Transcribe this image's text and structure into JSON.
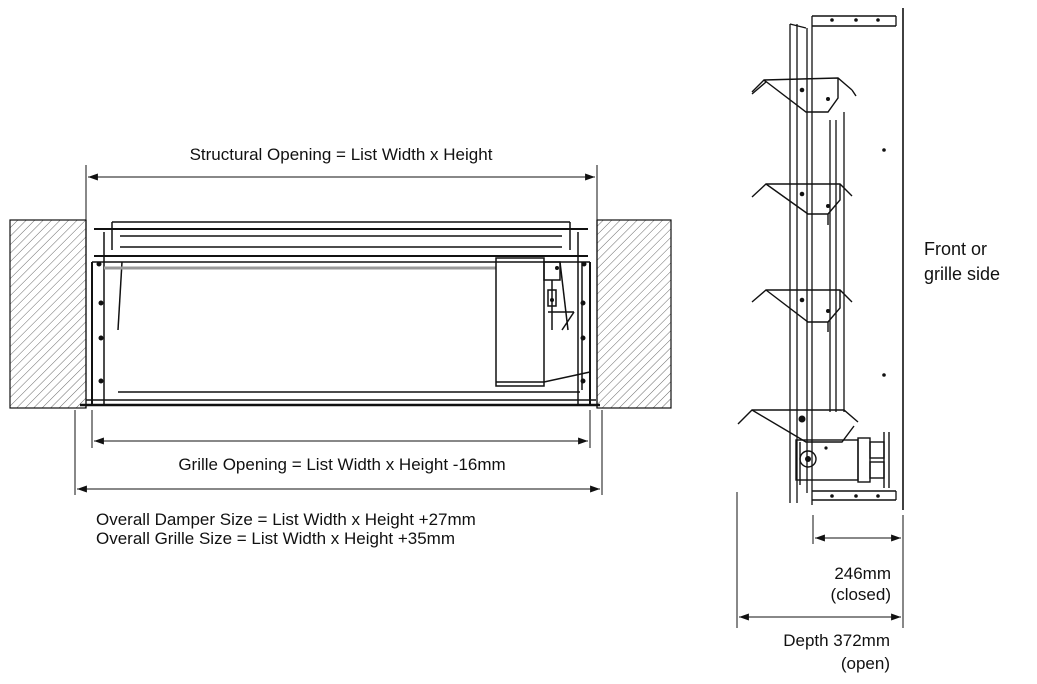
{
  "front_view": {
    "structural_opening_label": "Structural Opening = List Width x Height",
    "grille_opening_label": "Grille Opening = List Width x Height -16mm",
    "overall_damper_label": "Overall Damper Size = List Width x Height +27mm",
    "overall_grille_label": "Overall Grille Size = List Width x Height +35mm"
  },
  "side_view": {
    "front_side_line1": "Front or",
    "front_side_line2": "grille side",
    "closed_depth_value": "246mm",
    "closed_depth_note": "(closed)",
    "open_depth_value": "Depth 372mm",
    "open_depth_note": "(open)"
  },
  "colors": {
    "line": "#111111",
    "hatch": "#6a6a6a",
    "background": "#ffffff"
  }
}
